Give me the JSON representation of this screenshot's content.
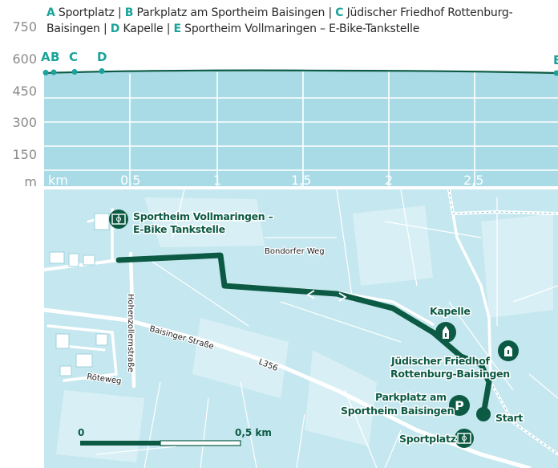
{
  "profile": {
    "y_labels": [
      "750",
      "600",
      "450",
      "300",
      "150",
      "m"
    ],
    "x_labels": [
      "km",
      "0,5",
      "1",
      "1,5",
      "2",
      "2,5"
    ],
    "legend": [
      {
        "letter": "A",
        "name": "Sportplatz"
      },
      {
        "letter": "B",
        "name": "Parkplatz am Sportheim Baisingen"
      },
      {
        "letter": "C",
        "name": "Jüdischer Friedhof Rottenburg-Baisingen"
      },
      {
        "letter": "D",
        "name": "Kapelle"
      },
      {
        "letter": "E",
        "name": "Sportheim Vollmaringen – E-Bike-Tankstelle"
      }
    ],
    "separator": "|",
    "markers": [
      "A",
      "B",
      "C",
      "D",
      "E"
    ],
    "colors": {
      "fill": "#a9dbe6",
      "line": "#0c5a44",
      "accent": "#1aa39a"
    }
  },
  "map": {
    "pois": {
      "sportheim_line1": "Sportheim Vollmaringen –",
      "sportheim_line2": "E-Bike Tankstelle",
      "kapelle": "Kapelle",
      "friedhof_line1": "Jüdischer Friedhof",
      "friedhof_line2": "Rottenburg-Baisingen",
      "parkplatz_line1": "Parkplatz am",
      "parkplatz_line2": "Sportheim Baisingen",
      "start": "Start",
      "sportplatz": "Sportplatz"
    },
    "roads": {
      "bondorfer": "Bondorfer Weg",
      "hohenzollern": "Hohenzollernstraße",
      "baisinger": "Baisinger Straße",
      "l356": "L356",
      "roteweg": "Röteweg"
    },
    "scale": {
      "zero": "0",
      "dist": "0,5 km"
    },
    "icons": {
      "sportheim": "soccer-field-icon",
      "kapelle": "chapel-icon",
      "friedhof": "cemetery-icon",
      "parkplatz": "parking-icon",
      "start": "start-point-icon",
      "sportplatz": "soccer-field-icon"
    },
    "colors": {
      "route": "#0c5a44",
      "water": "#c5e7ef",
      "road": "#ffffff",
      "label": "#0c5a44"
    }
  }
}
